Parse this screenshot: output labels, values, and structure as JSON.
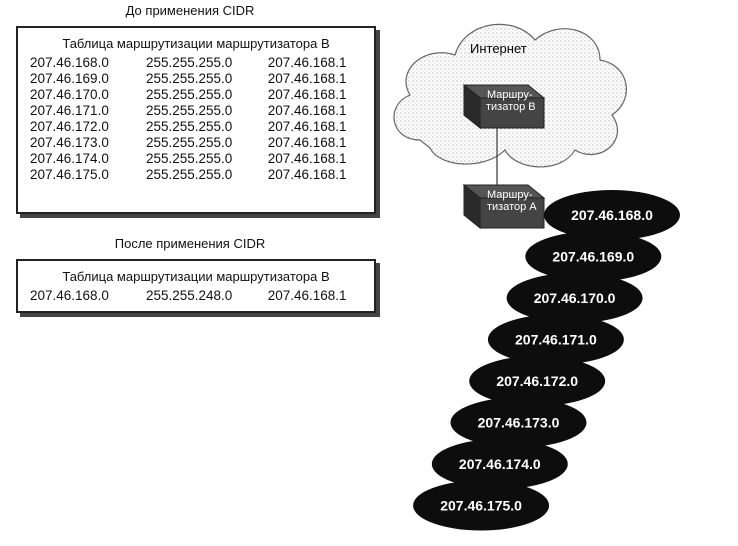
{
  "before": {
    "caption": "До применения CIDR",
    "table_title": "Таблица маршрутизации маршрутизатора B",
    "rows": [
      [
        "207.46.168.0",
        "255.255.255.0",
        "207.46.168.1"
      ],
      [
        "207.46.169.0",
        "255.255.255.0",
        "207.46.168.1"
      ],
      [
        "207.46.170.0",
        "255.255.255.0",
        "207.46.168.1"
      ],
      [
        "207.46.171.0",
        "255.255.255.0",
        "207.46.168.1"
      ],
      [
        "207.46.172.0",
        "255.255.255.0",
        "207.46.168.1"
      ],
      [
        "207.46.173.0",
        "255.255.255.0",
        "207.46.168.1"
      ],
      [
        "207.46.174.0",
        "255.255.255.0",
        "207.46.168.1"
      ],
      [
        "207.46.175.0",
        "255.255.255.0",
        "207.46.168.1"
      ]
    ]
  },
  "after": {
    "caption": "После применения CIDR",
    "table_title": "Таблица маршрутизации маршрутизатора B",
    "rows": [
      [
        "207.46.168.0",
        "255.255.248.0",
        "207.46.168.1"
      ]
    ]
  },
  "network": {
    "cloud_label": "Интернет",
    "router_b_label": [
      "Маршру-",
      "тизатор B"
    ],
    "router_a_label": [
      "Маршру-",
      "тизатор A"
    ],
    "subnets": [
      "207.46.168.0",
      "207.46.169.0",
      "207.46.170.0",
      "207.46.171.0",
      "207.46.172.0",
      "207.46.173.0",
      "207.46.174.0",
      "207.46.175.0"
    ]
  }
}
